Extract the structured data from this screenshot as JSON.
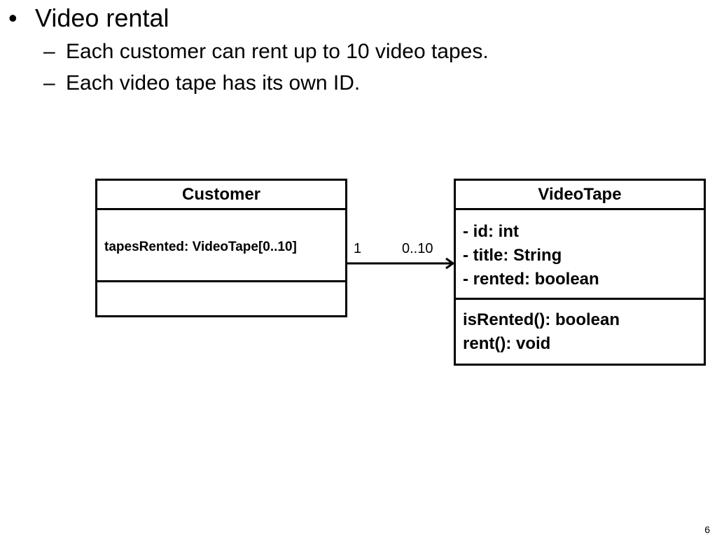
{
  "slide": {
    "heading": "Video rental",
    "heading_marker": "•",
    "sub_marker": "–",
    "subpoints": [
      "Each customer can rent up to 10 video tapes.",
      "Each video tape has its own ID."
    ],
    "page_number": "6"
  },
  "diagram": {
    "customer": {
      "name": "Customer",
      "attributes": [
        "tapesRented: VideoTape[0..10]"
      ],
      "methods": []
    },
    "videotape": {
      "name": "VideoTape",
      "attributes": [
        "- id: int",
        "- title: String",
        "- rented: boolean"
      ],
      "methods": [
        "isRented(): boolean",
        "rent(): void"
      ]
    },
    "association": {
      "source_multiplicity": "1",
      "target_multiplicity": "0..10"
    }
  }
}
